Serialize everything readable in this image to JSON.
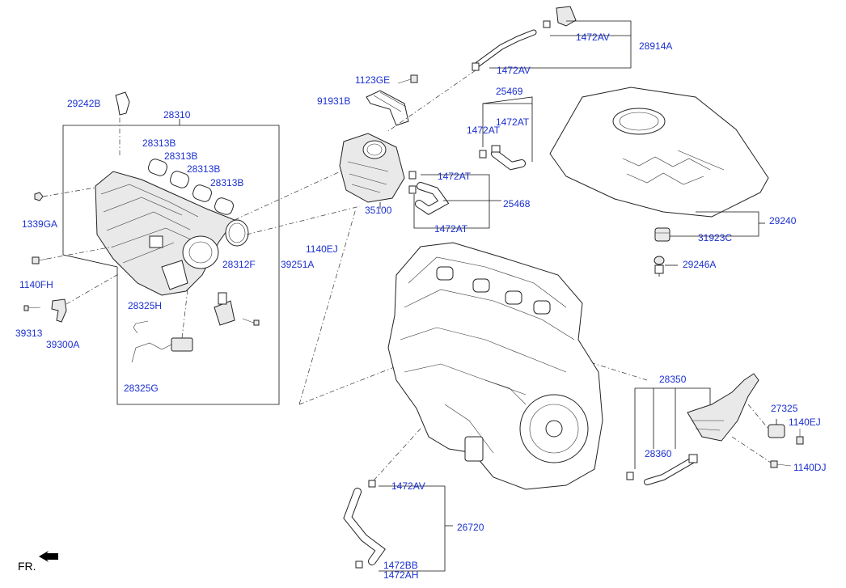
{
  "labels": {
    "l1472av_top": "1472AV",
    "l28914a": "28914A",
    "l1472av_mid": "1472AV",
    "l1123ge": "1123GE",
    "l91931b": "91931B",
    "l25469": "25469",
    "l1472at_a": "1472AT",
    "l1472at_b": "1472AT",
    "l1472at_c": "1472AT",
    "l25468": "25468",
    "l1472at_d": "1472AT",
    "l29242b": "29242B",
    "l28310": "28310",
    "l28313b_1": "28313B",
    "l28313b_2": "28313B",
    "l28313b_3": "28313B",
    "l28313b_4": "28313B",
    "l1339ga": "1339GA",
    "l35100": "35100",
    "l1140ej_a": "1140EJ",
    "l39251a": "39251A",
    "l28312f": "28312F",
    "l1140fh": "1140FH",
    "l28325h": "28325H",
    "l39313": "39313",
    "l39300a": "39300A",
    "l28325g": "28325G",
    "l29240": "29240",
    "l31923c": "31923C",
    "l29246a": "29246A",
    "l28350": "28350",
    "l27325": "27325",
    "l1140ej_b": "1140EJ",
    "l28360": "28360",
    "l1140dj": "1140DJ",
    "l1472av_bot": "1472AV",
    "l26720": "26720",
    "l1472bb": "1472BB",
    "l1472ah": "1472AH",
    "fr": "FR."
  }
}
